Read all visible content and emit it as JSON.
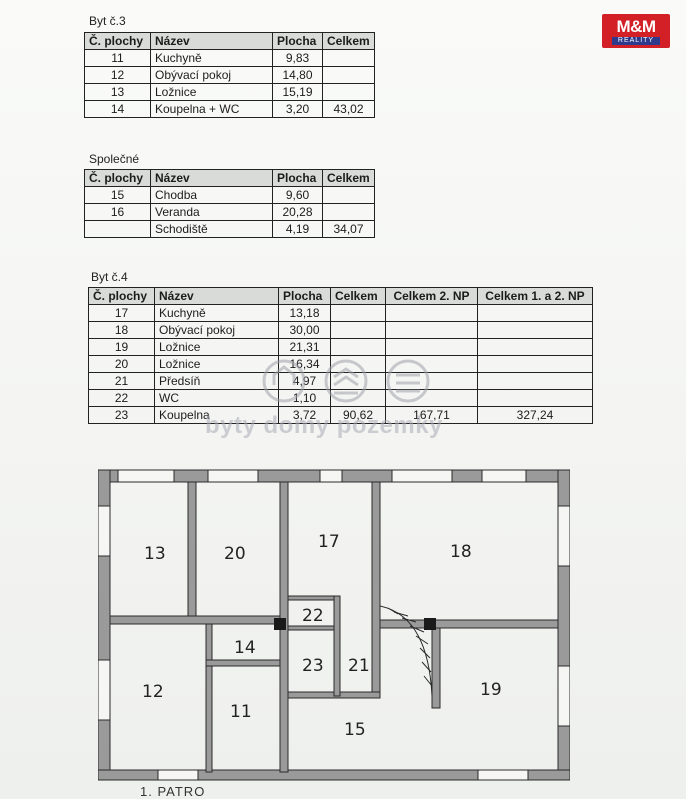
{
  "logo": {
    "title": "M&M",
    "subtitle": "REALITY"
  },
  "byt3": {
    "title": "Byt č.3",
    "headers": [
      "Č. plochy",
      "Název",
      "Plocha",
      "Celkem"
    ],
    "rows": [
      [
        "11",
        "Kuchyně",
        "9,83",
        ""
      ],
      [
        "12",
        "Obývací pokoj",
        "14,80",
        ""
      ],
      [
        "13",
        "Ložnice",
        "15,19",
        ""
      ],
      [
        "14",
        "Koupelna + WC",
        "3,20",
        "43,02"
      ]
    ]
  },
  "spolecne": {
    "title": "Společné",
    "headers": [
      "Č. plochy",
      "Název",
      "Plocha",
      "Celkem"
    ],
    "rows": [
      [
        "15",
        "Chodba",
        "9,60",
        ""
      ],
      [
        "16",
        "Veranda",
        "20,28",
        ""
      ],
      [
        "",
        "Schodiště",
        "4,19",
        "34,07"
      ]
    ]
  },
  "byt4": {
    "title": "Byt č.4",
    "headers": [
      "Č. plochy",
      "Název",
      "Plocha",
      "Celkem",
      "Celkem 2. NP",
      "Celkem 1. a 2. NP"
    ],
    "rows": [
      [
        "17",
        "Kuchyně",
        "13,18",
        "",
        "",
        ""
      ],
      [
        "18",
        "Obývací pokoj",
        "30,00",
        "",
        "",
        ""
      ],
      [
        "19",
        "Ložnice",
        "21,31",
        "",
        "",
        ""
      ],
      [
        "20",
        "Ložnice",
        "16,34",
        "",
        "",
        ""
      ],
      [
        "21",
        "Předsíň",
        "4,97",
        "",
        "",
        ""
      ],
      [
        "22",
        "WC",
        "1,10",
        "",
        "",
        ""
      ],
      [
        "23",
        "Koupelna",
        "3,72",
        "90,62",
        "167,71",
        "327,24"
      ]
    ]
  },
  "watermark": {
    "text": "byty domy pozemky"
  },
  "plan": {
    "rooms": [
      "13",
      "20",
      "17",
      "18",
      "22",
      "14",
      "23",
      "21",
      "12",
      "11",
      "19",
      "15"
    ],
    "caption": "1. PATRO"
  }
}
